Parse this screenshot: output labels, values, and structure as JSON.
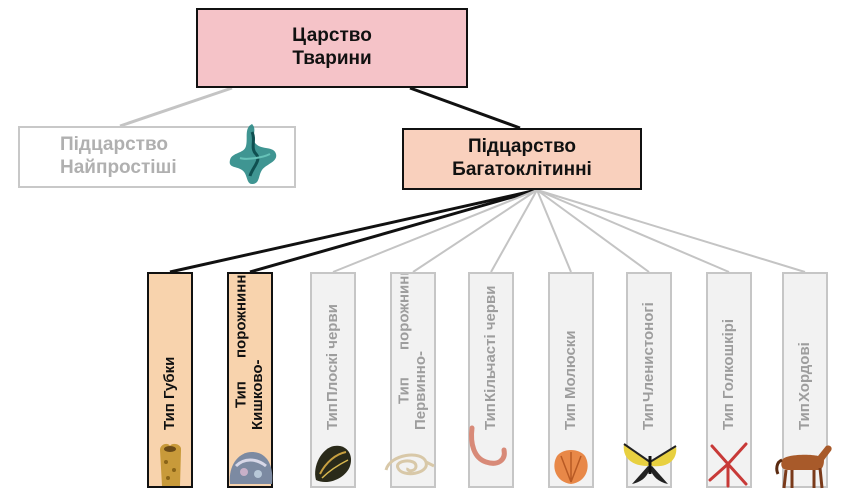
{
  "kingdom": {
    "line1": "Царство",
    "line2": "Тварини"
  },
  "subkingdom_protozoa": {
    "line1": "Підцарство",
    "line2": "Найпростіші"
  },
  "subkingdom_multicellular": {
    "line1": "Підцарство",
    "line2": "Багатоклітинні"
  },
  "phyla": [
    {
      "line1": "Тип Губки",
      "line2": "",
      "highlighted": true,
      "icon": "sponge-icon"
    },
    {
      "line1": "Тип Кишково-",
      "line2": "порожнинні",
      "highlighted": true,
      "icon": "coral-icon"
    },
    {
      "line1": "Тип",
      "line2": "Плоскі черви",
      "highlighted": false,
      "icon": "flatworm-icon"
    },
    {
      "line1": "Тип Первинно-",
      "line2": "порожнинні",
      "highlighted": false,
      "icon": "roundworm-icon"
    },
    {
      "line1": "Тип",
      "line2": "Кільчасті черви",
      "highlighted": false,
      "icon": "earthworm-icon"
    },
    {
      "line1": "Тип Молюски",
      "line2": "",
      "highlighted": false,
      "icon": "shell-icon"
    },
    {
      "line1": "Тип",
      "line2": "Членистоногі",
      "highlighted": false,
      "icon": "butterfly-icon"
    },
    {
      "line1": "Тип Голкошкірі",
      "line2": "",
      "highlighted": false,
      "icon": "starfish-icon"
    },
    {
      "line1": "Тип",
      "line2": "Хордові",
      "highlighted": false,
      "icon": "horse-icon"
    }
  ],
  "colors": {
    "kingdom_fill": "#f5c3c8",
    "subkingdom_fill": "#f9d0bd",
    "phylum_highlight_fill": "#f8d3ad",
    "inactive_text": "#a8a8a8",
    "active_line": "#111111",
    "inactive_line": "#c4c4c4"
  }
}
